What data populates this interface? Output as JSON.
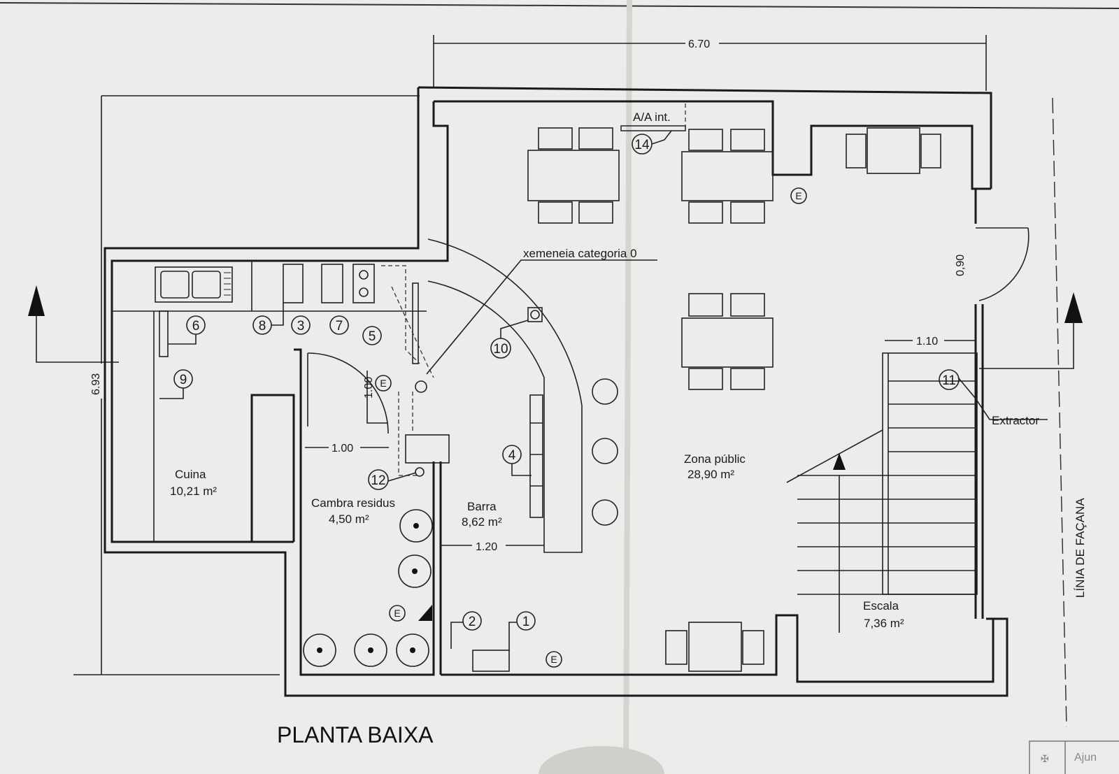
{
  "title": "PLANTA BAIXA",
  "rooms": {
    "cuina": {
      "name": "Cuina",
      "area": "10,21 m²"
    },
    "cambra": {
      "name": "Cambra residus",
      "area": "4,50 m²"
    },
    "barra": {
      "name": "Barra",
      "area": "8,62 m²"
    },
    "zona": {
      "name": "Zona públic",
      "area": "28,90 m²"
    },
    "escala": {
      "name": "Escala",
      "area": "7,36 m²"
    }
  },
  "annotations": {
    "aa": "A/A int.",
    "xemeneia": "xemeneia categoria 0",
    "extractor": "Extractor",
    "facana": "LÍNIA DE FAÇANA",
    "stamp": "Ajun"
  },
  "dimensions": {
    "width_total": "6.70",
    "height_total": "6.93",
    "door": "0,90",
    "stair": "1.10",
    "door_kitchen": "1.00",
    "cambra_width": "1.00",
    "barra_width": "1.20"
  },
  "callouts": [
    "1",
    "2",
    "3",
    "4",
    "5",
    "6",
    "7",
    "8",
    "9",
    "10",
    "11",
    "12",
    "14"
  ],
  "extinguisher": "E"
}
